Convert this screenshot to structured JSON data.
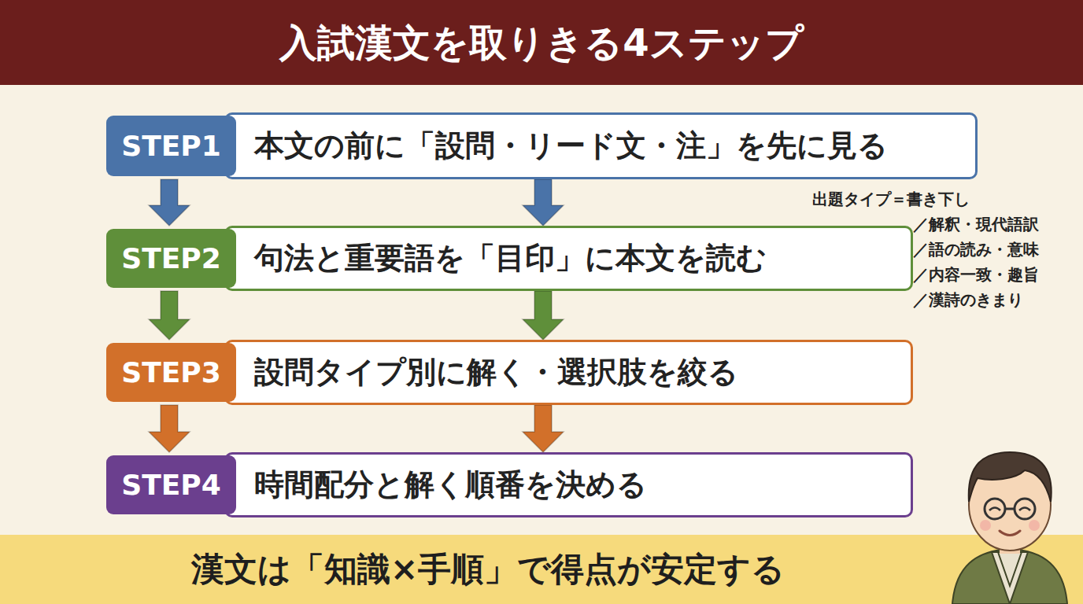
{
  "diagram": {
    "title": "入試漢文を取りきる4ステップ",
    "caption": "漢文は「知識×手順」で得点が安定する",
    "nodes": [
      {
        "text": [
          "STEP1",
          "本文の前に「設問・リード文・注」を先に見る"
        ]
      },
      {
        "text": [
          "STEP2",
          "句法と重要語を「目印」に本文を読む"
        ]
      },
      {
        "text": [
          "STEP3",
          "設問タイプ別に解く・選択肢を絞る"
        ]
      },
      {
        "text": [
          "STEP4",
          "時間配分と解く順番を決める"
        ]
      }
    ],
    "edges": [
      {
        "from": 0,
        "to": 1,
        "arrow": "to"
      },
      {
        "from": 0,
        "to": 1,
        "arrow": "to"
      },
      {
        "from": 1,
        "to": 2,
        "arrow": "to"
      },
      {
        "from": 1,
        "to": 2,
        "arrow": "to"
      },
      {
        "from": 2,
        "to": 3,
        "arrow": "to"
      },
      {
        "from": 2,
        "to": 3,
        "arrow": "to"
      }
    ],
    "labels": [
      "出題タイプ＝書き下し",
      "／解釈・現代語訳",
      "／語の読み・意味",
      "／内容一致・趣旨",
      "／漢詩のきまり"
    ]
  }
}
